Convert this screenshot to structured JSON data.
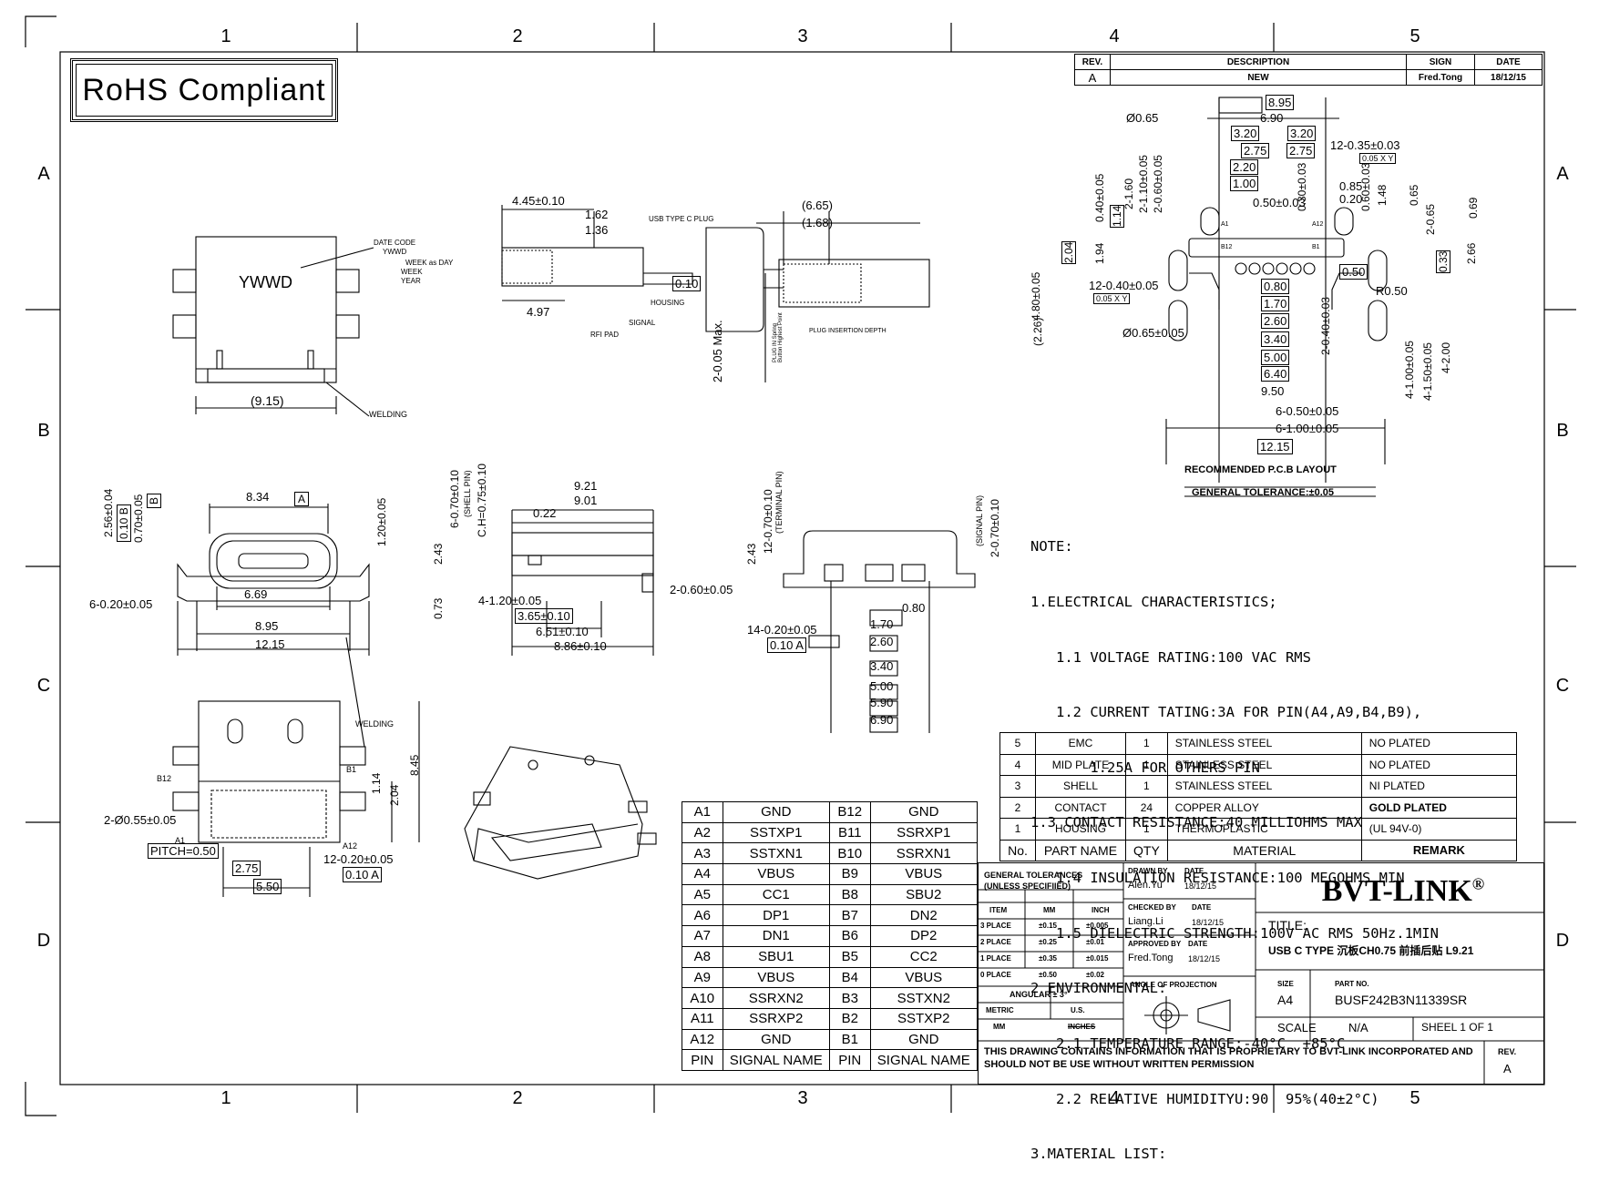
{
  "zones": {
    "cols": [
      "1",
      "2",
      "3",
      "4",
      "5"
    ],
    "rows": [
      "A",
      "B",
      "C",
      "D"
    ]
  },
  "rohs": "RoHS Compliant",
  "revision_table": {
    "headers": [
      "REV.",
      "DESCRIPTION",
      "SIGN",
      "DATE"
    ],
    "row": [
      "A",
      "NEW",
      "Fred.Tong",
      "18/12/15"
    ]
  },
  "drawing_labels": {
    "date_code": "DATE CODE",
    "ywwd_small": "YWWD",
    "week_as_day": "WEEK as DAY",
    "week": "WEEK",
    "year": "YEAR",
    "ywwd": "YWWD",
    "welding": "WELDING",
    "dim_915": "(9.15)",
    "usb_plug": "USB TYPE C PLUG",
    "housing": "HOUSING",
    "signal": "SIGNAL",
    "rfi_pad": "RFI PAD",
    "d445": "4.45±0.10",
    "d162": "1.62",
    "d136": "1.36",
    "d497": "4.97",
    "d665": "(6.65)",
    "d168": "(1.68)",
    "d010": "0.10",
    "d205": "2-0.05 Max.",
    "plug_depth": "PLUG INSERTION DEPTH",
    "plug_in": "PLUG IN Spring Button Highest Point",
    "d834": "8.34",
    "d256": "2.56±0.04",
    "d070": "0.70±0.05",
    "b_ref": "B",
    "a_ref": "A",
    "f010b": "0.10 B",
    "d120": "1.20±0.05",
    "d620": "6-0.20±0.05",
    "d669": "6.69",
    "d895": "8.95",
    "d1215": "12.15",
    "d670": "6-0.70±0.10",
    "shell_pin": "(SHELL PIN)",
    "ch": "C.H=0.75±0.10",
    "d921": "9.21",
    "d901": "9.01",
    "d022": "0.22",
    "d243": "2.43",
    "d073": "0.73",
    "d412": "4-1.20±0.05",
    "d365": "3.65±0.10",
    "d651": "6.51±0.10",
    "d886": "8.86±0.10",
    "d260": "2-0.60±0.05",
    "d1270": "12-0.70±0.10",
    "terminal_pin": "(TERMINAL PIN)",
    "signal_pin": "(SIGNAL PIN)",
    "d2070": "2-0.70±0.10",
    "d243b": "2.43",
    "d1420": "14-0.20±0.05",
    "f010a": "0.10 A",
    "d080": "0.80",
    "d170": "1.70",
    "d260b": "2.60",
    "d340": "3.40",
    "d500": "5.00",
    "d590": "5.90",
    "d690": "6.90",
    "b12": "B12",
    "b1": "B1",
    "a1": "A1",
    "a12": "A12",
    "d2055": "2-Ø0.55±0.05",
    "pitch": "PITCH=0.50",
    "d275": "2.75",
    "d550": "5.50",
    "d1220": "12-0.20±0.05",
    "f010a2": "0.10 A",
    "d114": "1.14",
    "d204": "2.04",
    "d845": "8.45",
    "pcb_title": "RECOMMENDED P.C.B LAYOUT",
    "gen_tol": "GENERAL TOLERANCE:±0.05",
    "p895": "8.95",
    "p690": "6.90",
    "p320a": "3.20",
    "p320b": "3.20",
    "p275a": "2.75",
    "p275b": "2.75",
    "p220": "2.20",
    "p100": "1.00",
    "p065": "Ø0.65",
    "p1235": "12-0.35±0.03",
    "f005xy": "0.05 X Y",
    "p085": "0.85",
    "p020": "0.20",
    "p148": "1.48",
    "p065b": "0.65",
    "p2065": "2-0.65",
    "p069": "0.69",
    "p050": "0.50±0.03",
    "p030": "0.30±0.03",
    "p060": "0.60±0.03",
    "p040": "0.40±0.05",
    "p2160": "2-1.60",
    "p2110": "2-1.10±0.05",
    "p2060": "2-0.60±0.05",
    "p114": "1.14",
    "p204": "2.04",
    "p194": "1.94",
    "p480": "4.80±0.05",
    "p1240": "12-0.40±0.05",
    "f005xy2": "0.05 X Y",
    "p065c": "Ø0.65±0.05",
    "p226": "(2.26)",
    "p080": "0.80",
    "p170": "1.70",
    "p260": "2.60",
    "p340": "3.40",
    "p500": "5.00",
    "p640": "6.40",
    "p950": "9.50",
    "p1215": "12.15",
    "p6050": "6-0.50±0.05",
    "p6100": "6-1.00±0.05",
    "p2040": "2-0.40±0.03",
    "p050b": "0.50",
    "pr050": "R0.50",
    "p033": "0.33",
    "p266": "2.66",
    "p4100": "4-1.00±0.05",
    "p4150": "4-1.50±0.05",
    "p4200": "4-2.00",
    "pa1": "A1",
    "pa12": "A12",
    "pb12": "B12",
    "pb1": "B1"
  },
  "notes": [
    "NOTE:",
    "1.ELECTRICAL CHARACTERISTICS;",
    "   1.1 VOLTAGE RATING:100 VAC RMS",
    "   1.2 CURRENT TATING:3A FOR PIN(A4,A9,B4,B9),",
    "       1.25A FOR OTHERS PIN",
    "1.3 CONTACT RESISTANCE:40 MILLIOHMS MAX",
    "   1.4 INSULATION RESISTANCE:100 MEGOHMS MIN",
    "   1.5 DIELECTRIC STRENGTH:100V AC RMS 50Hz.1MIN",
    "2 ENVIRONMENTAL:",
    "   2.1 TEMPERATURE RANGE:-40°C  +85°C",
    "   2.2 RELATIVE HUMIDITYU:90  95%(40±2°C)",
    "3.MATERIAL LIST:"
  ],
  "materials": [
    [
      "5",
      "EMC",
      "1",
      "STAINLESS STEEL",
      "NO PLATED"
    ],
    [
      "4",
      "MID PLATE",
      "1",
      "STAINLESS STEEL",
      "NO PLATED"
    ],
    [
      "3",
      "SHELL",
      "1",
      "STAINLESS STEEL",
      "NI PLATED"
    ],
    [
      "2",
      "CONTACT",
      "24",
      "COPPER ALLOY",
      "GOLD PLATED"
    ],
    [
      "1",
      "HOUSING",
      "1",
      "THERMOPLASTIC",
      "(UL 94V-0)"
    ]
  ],
  "materials_header": [
    "No.",
    "PART NAME",
    "QTY",
    "MATERIAL",
    "REMARK"
  ],
  "pins": [
    [
      "A1",
      "GND",
      "B12",
      "GND"
    ],
    [
      "A2",
      "SSTXP1",
      "B11",
      "SSRXP1"
    ],
    [
      "A3",
      "SSTXN1",
      "B10",
      "SSRXN1"
    ],
    [
      "A4",
      "VBUS",
      "B9",
      "VBUS"
    ],
    [
      "A5",
      "CC1",
      "B8",
      "SBU2"
    ],
    [
      "A6",
      "DP1",
      "B7",
      "DN2"
    ],
    [
      "A7",
      "DN1",
      "B6",
      "DP2"
    ],
    [
      "A8",
      "SBU1",
      "B5",
      "CC2"
    ],
    [
      "A9",
      "VBUS",
      "B4",
      "VBUS"
    ],
    [
      "A10",
      "SSRXN2",
      "B3",
      "SSTXN2"
    ],
    [
      "A11",
      "SSRXP2",
      "B2",
      "SSTXP2"
    ],
    [
      "A12",
      "GND",
      "B1",
      "GND"
    ]
  ],
  "pins_header": [
    "PIN",
    "SIGNAL NAME",
    "PIN",
    "SIGNAL NAME"
  ],
  "title_block": {
    "gen_tol1": "GENERAL TOLERANCES",
    "gen_tol2": "(UNLESS SPECIFIIED)",
    "tol_header": [
      "ITEM",
      "MM",
      "INCH"
    ],
    "tol_rows": [
      [
        "3 PLACE",
        "±0.15",
        "±0.005"
      ],
      [
        "2 PLACE",
        "±0.25",
        "±0.01"
      ],
      [
        "1 PLACE",
        "±0.35",
        "±0.015"
      ],
      [
        "0 PLACE",
        "±0.50",
        "±0.02"
      ]
    ],
    "angular": "ANGULAR ± 3°",
    "metric": "METRIC",
    "us": "U.S.",
    "mm": "MM",
    "inches": "INCHES",
    "drawn_by": "DRAWN BY",
    "drawn_name": "Alen.Yu",
    "date": "DATE",
    "drawn_date": "18/12/15",
    "checked_by": "CHECKED BY",
    "checked_name": "Liang.Li",
    "checked_date": "18/12/15",
    "approved_by": "APPROVED BY",
    "approved_name": "Fred.Tong",
    "approved_date": "18/12/15",
    "angle_proj": "ANGLE OF PROJECTION",
    "brand": "BVT-LINK",
    "reg": "®",
    "title_label": "TITLE:",
    "title": "USB C TYPE  沉板CH0.75 前插后贴 L9.21",
    "size_label": "SIZE",
    "size": "A4",
    "part_label": "PART NO.",
    "part": "BUSF242B3N11339SR",
    "scale_label": "SCALE",
    "scale": "N/A",
    "sheet": "SHEEL 1 OF 1",
    "proprietary": "THIS DRAWING CONTAINS INFORMATION THAT IS PROPRIETARY TO BVT-LINK INCORPORATED AND SHOULD NOT BE USE WITHOUT WRITTEN PERMISSION",
    "rev_label": "REV.",
    "rev": "A"
  }
}
